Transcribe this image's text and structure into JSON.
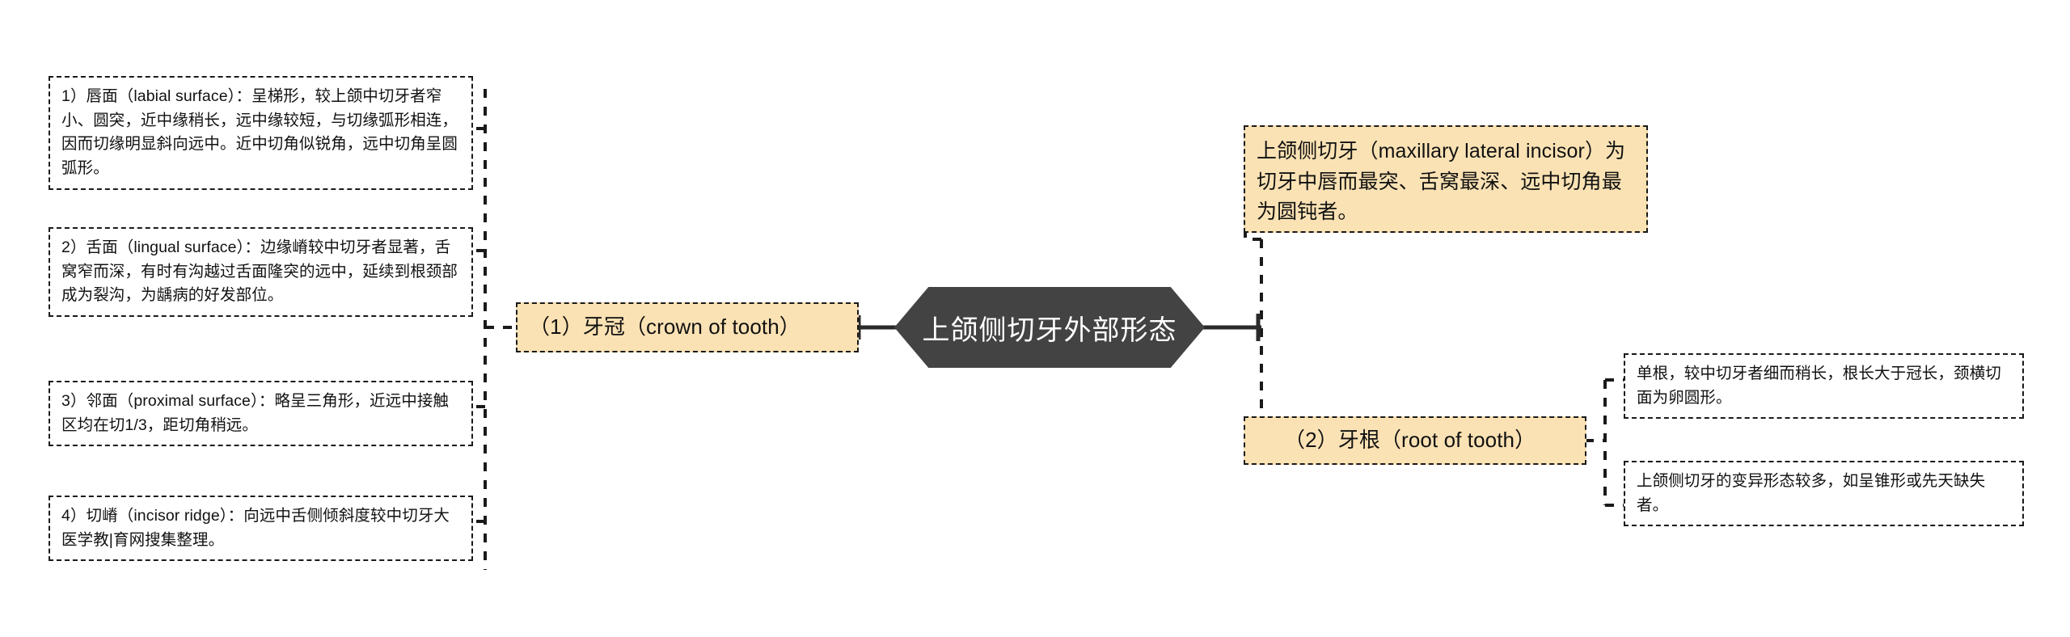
{
  "diagram": {
    "type": "mindmap",
    "title": "上颌侧切牙外部形态",
    "colors": {
      "center_fill": "#434343",
      "center_text": "#ffffff",
      "branch_fill": "#fae2b4",
      "leaf_fill": "#ffffff",
      "stroke": "#1a1a1a"
    }
  },
  "center": {
    "label": "上颌侧切牙外部形态"
  },
  "left_branch": {
    "label": "（1）牙冠（crown of tooth）",
    "children": [
      {
        "label": "1）唇面（labial surface）：呈梯形，较上颌中切牙者窄小、圆突，近中缘稍长，远中缘较短，与切缘弧形相连，因而切缘明显斜向远中。近中切角似锐角，远中切角呈圆弧形。"
      },
      {
        "label": "2）舌面（lingual surface）：边缘嵴较中切牙者显著，舌窝窄而深，有时有沟越过舌面隆突的远中，延续到根颈部成为裂沟，为龋病的好发部位。"
      },
      {
        "label": "3）邻面（proximal surface）：略呈三角形，近远中接触区均在切1/3，距切角稍远。"
      },
      {
        "label": "4）切嵴（incisor ridge）：向远中舌侧倾斜度较中切牙大医学教|育网搜集整理。"
      }
    ]
  },
  "right_branches": [
    {
      "label": "上颌侧切牙（maxillary lateral incisor）为切牙中唇而最突、舌窝最深、远中切角最为圆钝者。",
      "children": []
    },
    {
      "label": "（2）牙根（root of tooth）",
      "children": [
        {
          "label": "单根，较中切牙者细而稍长，根长大于冠长，颈横切面为卵圆形。"
        },
        {
          "label": "上颌侧切牙的变异形态较多，如呈锥形或先天缺失者。"
        }
      ]
    }
  ]
}
